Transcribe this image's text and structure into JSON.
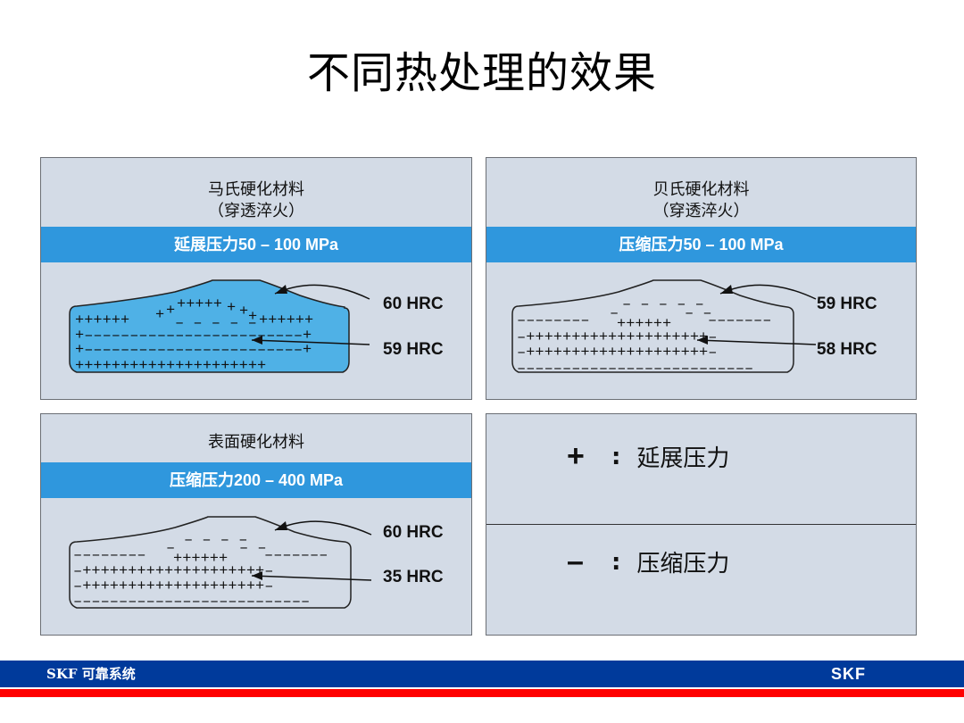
{
  "slide": {
    "title": "不同热处理的效果"
  },
  "panels": [
    {
      "title_line1": "马氏硬化材料",
      "title_line2": "（穿透淬火）",
      "band": "延展压力50 – 100 MPa",
      "hrc_top": "60 HRC",
      "hrc_bottom": "59 HRC",
      "fill_color": "#4fb1e6",
      "rows": [
        "++++++ + +++++++ + ++++++",
        "+––––––––––––––––––––+",
        "+––––––––––––––––––––+",
        "++++++++++++++++++++++"
      ]
    },
    {
      "title_line1": "贝氏硬化材料",
      "title_line2": "（穿透淬火）",
      "band": "压缩压力50 – 100 MPa",
      "hrc_top": "59 HRC",
      "hrc_bottom": "58 HRC",
      "fill_color": "none",
      "rows": [
        "–––––– –+++++–– –––––",
        "–++++++++++++++++++++–",
        "–++++++++++++++++++++–",
        "––––––––––––––––––––––"
      ]
    },
    {
      "title_line1": "表面硬化材料",
      "band": "压缩压力200 – 400 MPa",
      "hrc_top": "60 HRC",
      "hrc_bottom": "35 HRC",
      "fill_color": "none",
      "rows": [
        "–––––– –+++++–– –––––",
        "–++++++++++++++++++++–",
        "–++++++++++++++++++++–",
        "––––––––––––––––––––––"
      ]
    }
  ],
  "legend": [
    {
      "symbol": "+",
      "label": "延展压力"
    },
    {
      "symbol": "–",
      "label": "压缩压力"
    }
  ],
  "footer": {
    "left_text": "SKF 可靠系统",
    "logo": "SKF"
  },
  "colors": {
    "panel_bg": "#d3dbe6",
    "band": "#2f97dd",
    "footer_blue": "#003a9b",
    "footer_red": "#ff0000"
  }
}
